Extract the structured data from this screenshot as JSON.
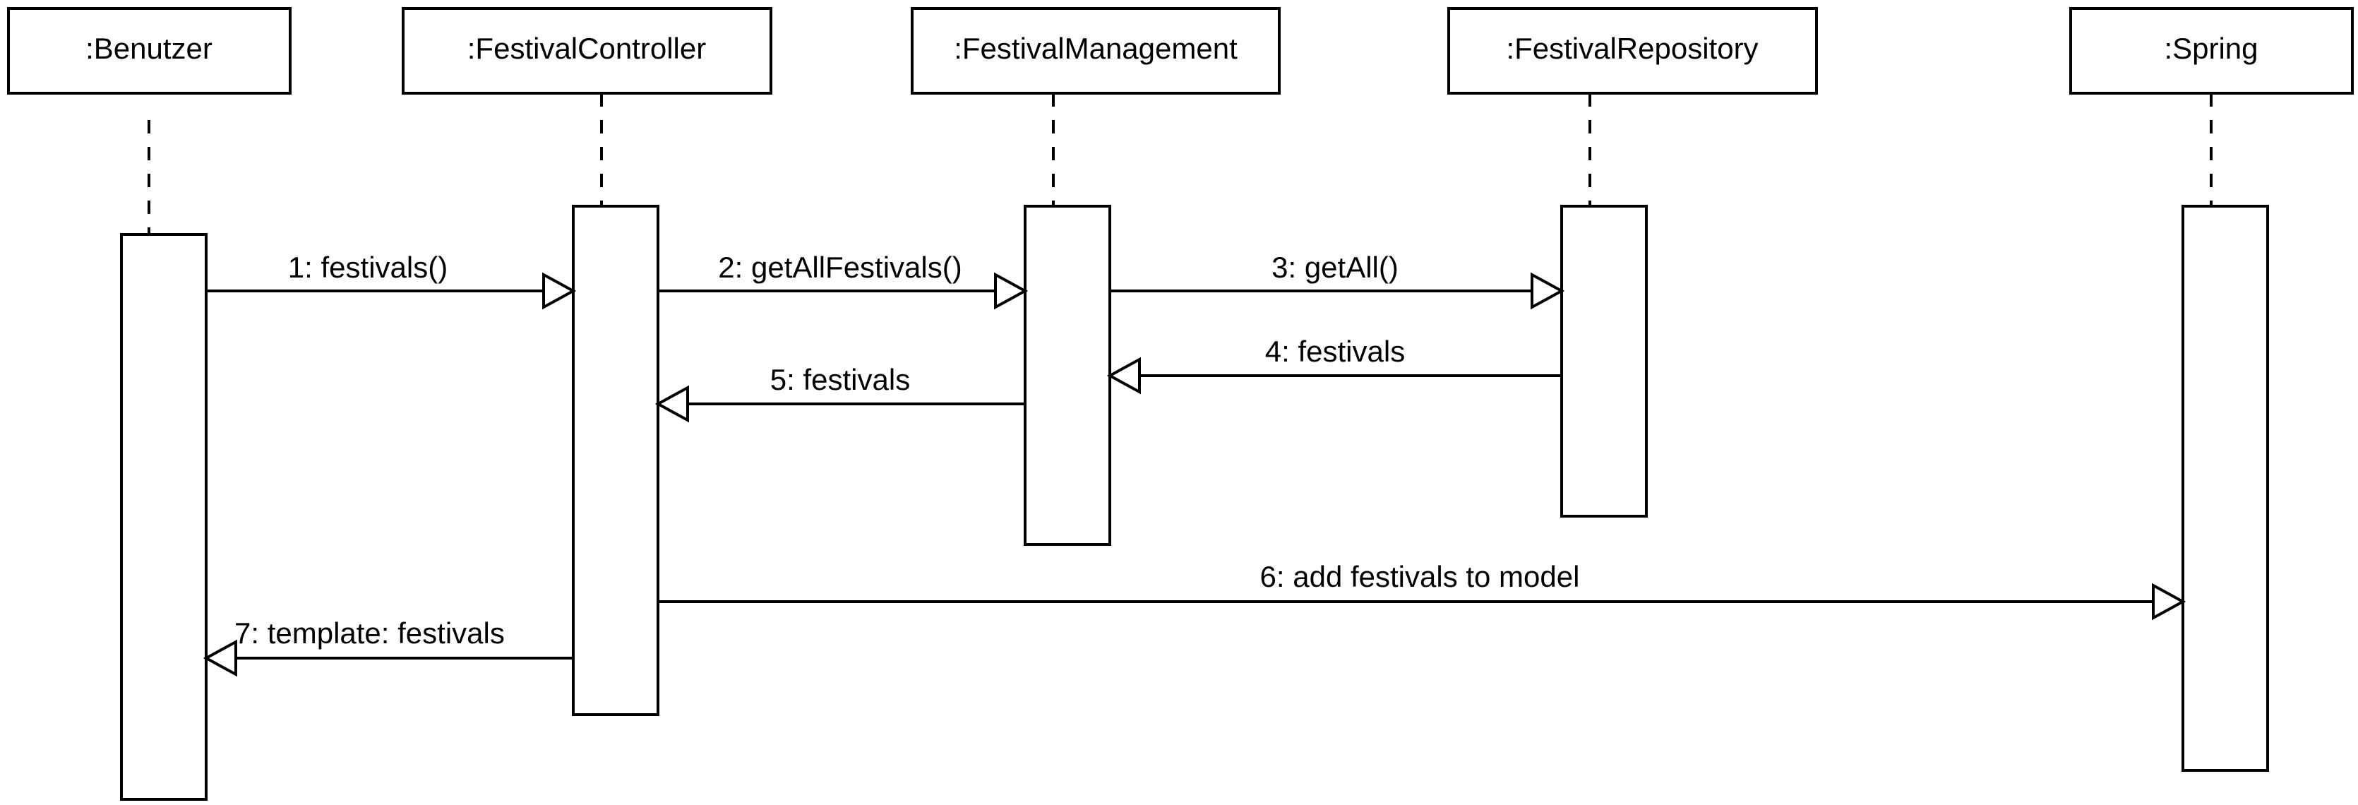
{
  "participants": [
    {
      "id": "benutzer",
      "label": ":Benutzer"
    },
    {
      "id": "controller",
      "label": ":FestivalController"
    },
    {
      "id": "management",
      "label": ":FestivalManagement"
    },
    {
      "id": "repository",
      "label": ":FestivalRepository"
    },
    {
      "id": "spring",
      "label": ":Spring"
    }
  ],
  "messages": [
    {
      "seq": 1,
      "label": "1: festivals()",
      "from": "benutzer",
      "to": "controller"
    },
    {
      "seq": 2,
      "label": "2: getAllFestivals()",
      "from": "controller",
      "to": "management"
    },
    {
      "seq": 3,
      "label": "3: getAll()",
      "from": "management",
      "to": "repository"
    },
    {
      "seq": 4,
      "label": "4: festivals",
      "from": "repository",
      "to": "management"
    },
    {
      "seq": 5,
      "label": "5: festivals",
      "from": "management",
      "to": "controller"
    },
    {
      "seq": 6,
      "label": "6: add festivals to model",
      "from": "controller",
      "to": "spring"
    },
    {
      "seq": 7,
      "label": "7: template: festivals",
      "from": "controller",
      "to": "benutzer"
    }
  ]
}
